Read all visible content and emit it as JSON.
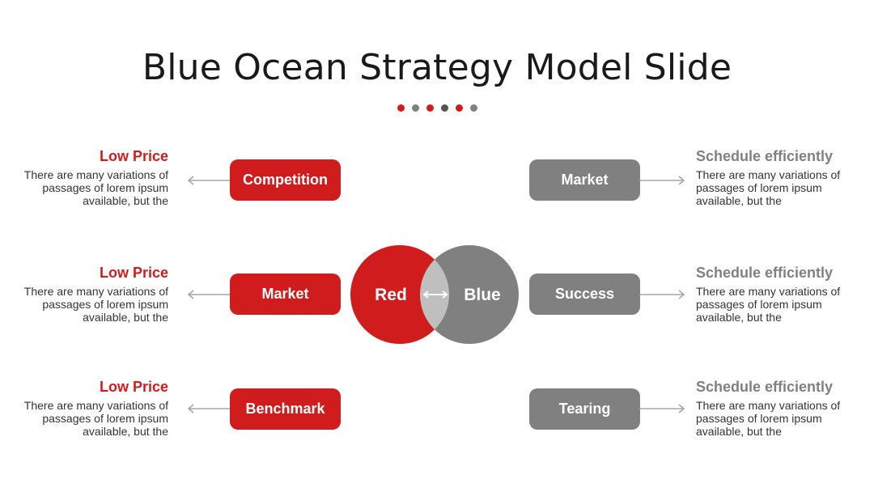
{
  "slide": {
    "title": "Blue Ocean Strategy Model Slide",
    "dots": [
      "#d01c1c",
      "#808080",
      "#d01c1c",
      "#555555",
      "#d01c1c",
      "#808080"
    ]
  },
  "colors": {
    "red": "#d01c1c",
    "gray": "#808080",
    "overlap": "#bfbfbf"
  },
  "venn": {
    "left_label": "Red",
    "right_label": "Blue"
  },
  "left_items": [
    {
      "label": "Competition",
      "heading": "Low Price",
      "text": "There are many variations of passages of lorem ipsum available, but the"
    },
    {
      "label": "Market",
      "heading": "Low Price",
      "text": "There are many variations of passages of lorem ipsum available, but the"
    },
    {
      "label": "Benchmark",
      "heading": "Low Price",
      "text": "There are many variations of passages of lorem ipsum available, but the"
    }
  ],
  "right_items": [
    {
      "label": "Market",
      "heading": "Schedule efficiently",
      "text": "There are many variations of passages of lorem ipsum available, but the"
    },
    {
      "label": "Success",
      "heading": "Schedule efficiently",
      "text": "There are many variations of passages of lorem ipsum available, but the"
    },
    {
      "label": "Tearing",
      "heading": "Schedule efficiently",
      "text": "There are many variations of passages of lorem ipsum available, but the"
    }
  ]
}
